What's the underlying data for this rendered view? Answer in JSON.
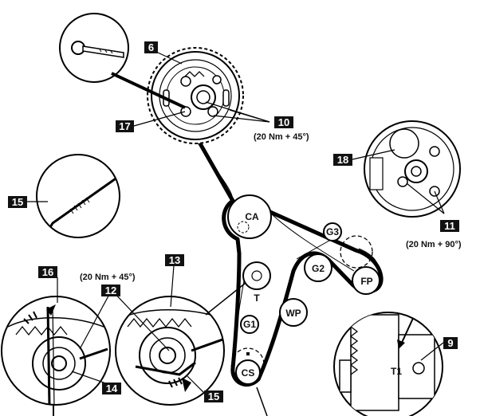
{
  "callouts": {
    "n6": "6",
    "n9": "9",
    "n10": "10",
    "n11": "11",
    "n12": "12",
    "n13": "13",
    "n14": "14",
    "n15a": "15",
    "n15b": "15",
    "n16": "16",
    "n17": "17",
    "n18": "18"
  },
  "torques": {
    "cam_bolts": "(20 Nm + 45°)",
    "pump_bolts": "(20 Nm + 90°)",
    "tensioner_nut": "(20 Nm + 45°)"
  },
  "pulleys": {
    "ca": "CA",
    "fp": "FP",
    "g2": "G2",
    "g3": "G3",
    "wp": "WP",
    "g1": "G1",
    "cs": "CS",
    "t": "T"
  },
  "marks": {
    "pump_mark": "T1"
  }
}
